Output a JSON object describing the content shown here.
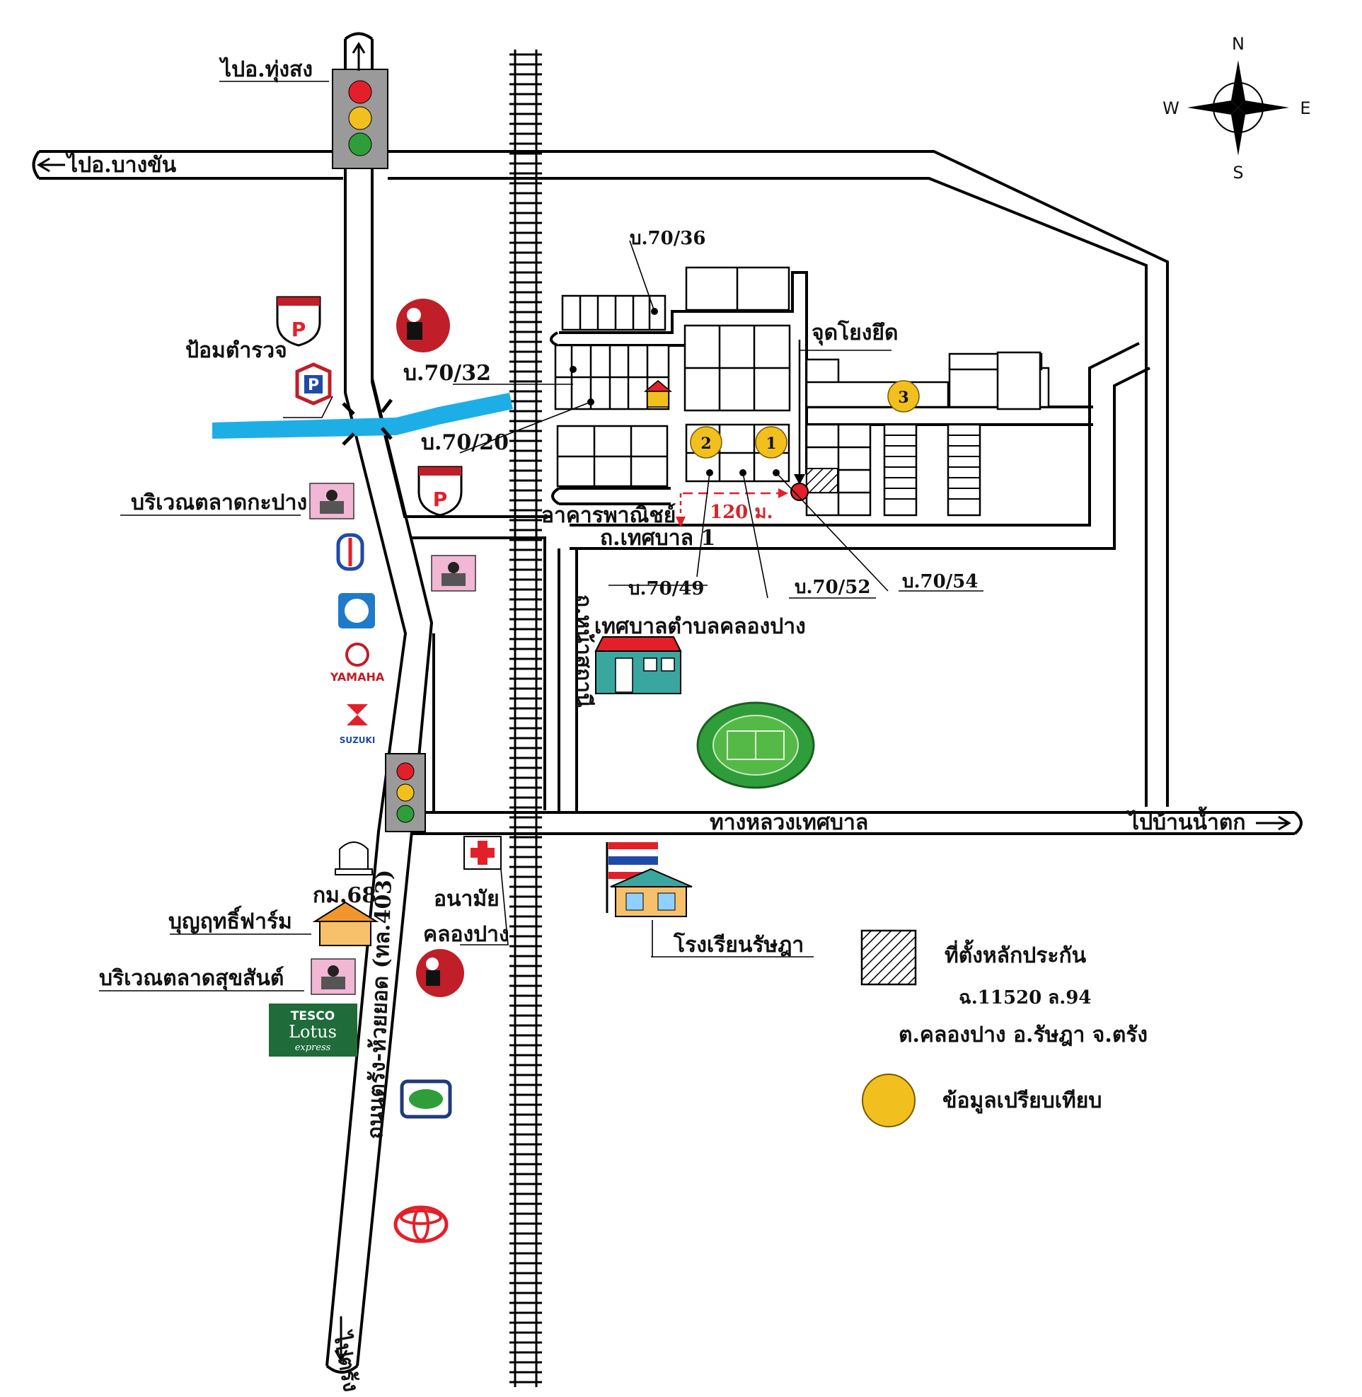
{
  "compass": {
    "n": "N",
    "s": "S",
    "e": "E",
    "w": "W"
  },
  "roads": {
    "to_thung_song": "ไปอ.ทุ่งสง",
    "to_bang_khan": "ไปอ.บางขัน",
    "to_ban_nam_tok": "ไปบ้านน้ำตก",
    "to_trang": "ไปตรัง",
    "main_highway": "ถนนตรัง-ห้วยยอด (ทล.403)",
    "municipal_highway": "ทางหลวงเทศบาล",
    "thetsaban_1": "ถ.เทศบาล 1",
    "rail_road_label": "ถ.หน้าสถานี"
  },
  "places": {
    "police_box": "ป้อมตำรวจ",
    "kapang_market": "บริเวณตลาดกะปาง",
    "khlong_pang_municipality": "เทศบาลตำบลคลองปาง",
    "commercial_building": "อาคารพาณิชย์",
    "ref_point": "จุดโยงยึด",
    "distance": "120 ม.",
    "health_center_1": "อนามัย",
    "health_center_2": "คลองปาง",
    "km_post": "กม.68",
    "boon_farm": "บุญฤทธิ์ฟาร์ม",
    "sukhsan_market": "บริเวณตลาดสุขสันต์",
    "ratsada_school": "โรงเรียนรัษฎา"
  },
  "houses": {
    "h_70_36": "บ.70/36",
    "h_70_32": "บ.70/32",
    "h_70_20": "บ.70/20",
    "h_70_49": "บ.70/49",
    "h_70_52": "บ.70/52",
    "h_70_54": "บ.70/54"
  },
  "comparables": [
    "1",
    "2",
    "3"
  ],
  "logos": {
    "yamaha": "YAMAHA",
    "suzuki": "SUZUKI",
    "tesco_1": "TESCO",
    "tesco_2": "Lotus",
    "tesco_3": "express"
  },
  "legend": {
    "collateral": "ที่ตั้งหลักประกัน",
    "deed": "ฉ.11520 ล.94",
    "location": "ต.คลองปาง อ.รัษฎา จ.ตรัง",
    "comparison": "ข้อมูลเปรียบเทียบ"
  },
  "colors": {
    "river": "#1eaee6",
    "comparable": "#f2c01e",
    "ref_point": "#e3202a",
    "red_light": "#e3202a",
    "yellow_light": "#f2c01e",
    "green_light": "#2f9e3a",
    "signal_box": "#9a9a9a",
    "stadium": "#2f9e3a",
    "tesco": "#1f6b3a",
    "distance_text": "#d8242c"
  }
}
